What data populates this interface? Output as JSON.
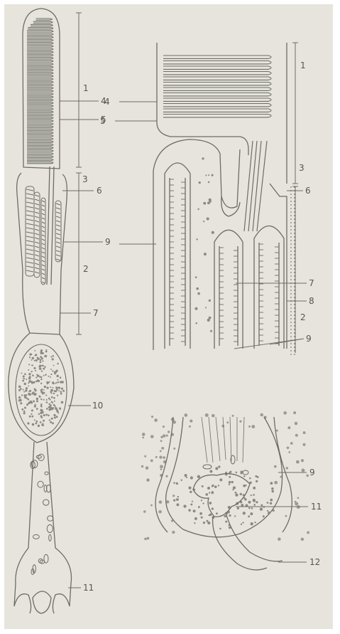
{
  "figure": {
    "panel_left_labels": [
      "1",
      "4",
      "5",
      "3",
      "6",
      "9",
      "2",
      "7",
      "10",
      "11"
    ],
    "panel_topright_labels": [
      "1",
      "4",
      "5",
      "3",
      "6",
      "7",
      "8",
      "2",
      "9"
    ],
    "panel_bottomright_labels": [
      "9",
      "11",
      "12"
    ]
  },
  "colors": {
    "paper": "#e6e4dc",
    "ink": "#6d6c66",
    "stipple": "#9b9a93"
  }
}
